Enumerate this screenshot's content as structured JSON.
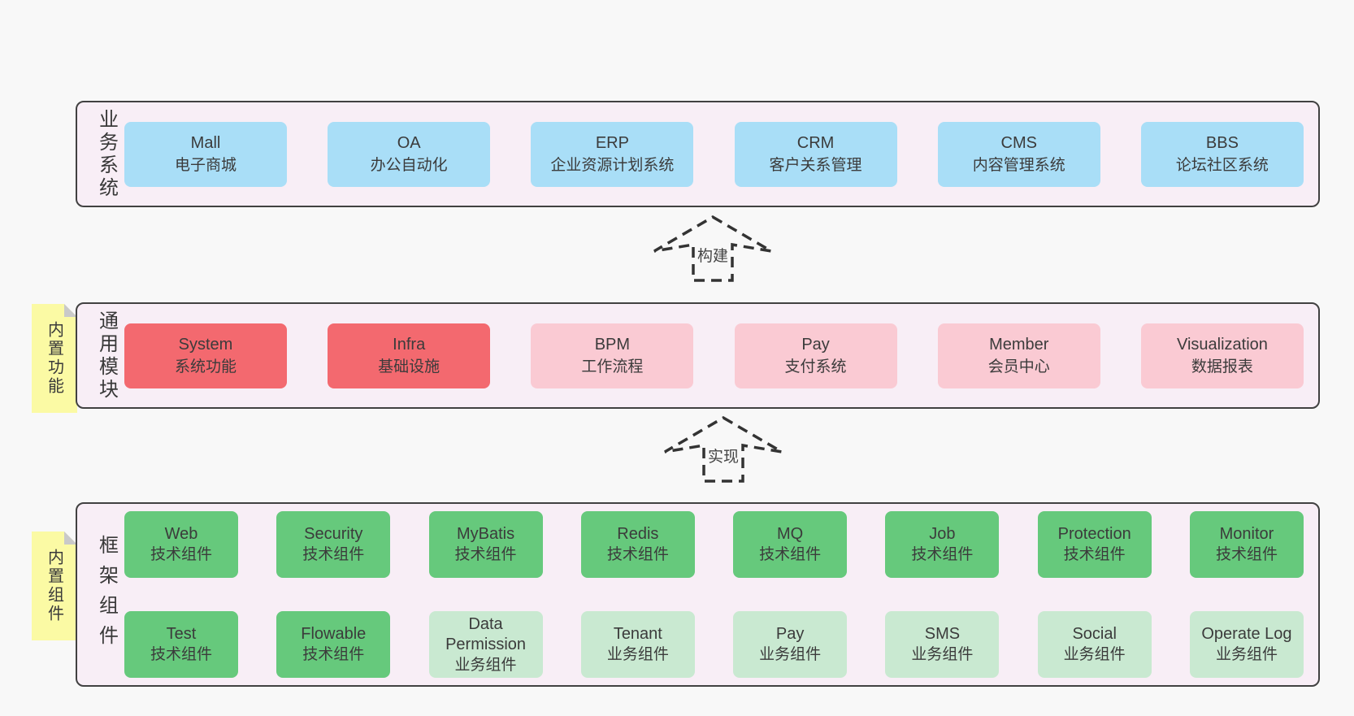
{
  "page": {
    "background": "#f8f8f8"
  },
  "colors": {
    "section_background": "#f8eef6",
    "section_border": "#414141",
    "blue_box": "#a9def7",
    "red_box": "#f3696f",
    "pink_box": "#facad3",
    "green_dark_box": "#66c97c",
    "green_light_box": "#c9e9d1",
    "sticky_tab_yellow": "#fbfaa4",
    "fold_gray": "#c9c9c9",
    "text": "#3b3b3b"
  },
  "arrows": [
    {
      "label": "构建"
    },
    {
      "label": "实现"
    }
  ],
  "sections": [
    {
      "label": "业务系统",
      "boxes": [
        {
          "name": "Mall",
          "desc": "电子商城",
          "variant": "blue"
        },
        {
          "name": "OA",
          "desc": "办公自动化",
          "variant": "blue"
        },
        {
          "name": "ERP",
          "desc": "企业资源计划系统",
          "variant": "blue"
        },
        {
          "name": "CRM",
          "desc": "客户关系管理",
          "variant": "blue"
        },
        {
          "name": "CMS",
          "desc": "内容管理系统",
          "variant": "blue"
        },
        {
          "name": "BBS",
          "desc": "论坛社区系统",
          "variant": "blue"
        }
      ]
    },
    {
      "label": "通用模块",
      "tab": "内置功能",
      "boxes": [
        {
          "name": "System",
          "desc": "系统功能",
          "variant": "red"
        },
        {
          "name": "Infra",
          "desc": "基础设施",
          "variant": "red"
        },
        {
          "name": "BPM",
          "desc": "工作流程",
          "variant": "pink"
        },
        {
          "name": "Pay",
          "desc": "支付系统",
          "variant": "pink"
        },
        {
          "name": "Member",
          "desc": "会员中心",
          "variant": "pink"
        },
        {
          "name": "Visualization",
          "desc": "数据报表",
          "variant": "pink"
        }
      ]
    },
    {
      "label": "框架组件",
      "tab": "内置组件",
      "rows": [
        [
          {
            "name": "Web",
            "desc": "技术组件",
            "variant": "green-dark"
          },
          {
            "name": "Security",
            "desc": "技术组件",
            "variant": "green-dark"
          },
          {
            "name": "MyBatis",
            "desc": "技术组件",
            "variant": "green-dark"
          },
          {
            "name": "Redis",
            "desc": "技术组件",
            "variant": "green-dark"
          },
          {
            "name": "MQ",
            "desc": "技术组件",
            "variant": "green-dark"
          },
          {
            "name": "Job",
            "desc": "技术组件",
            "variant": "green-dark"
          },
          {
            "name": "Protection",
            "desc": "技术组件",
            "variant": "green-dark"
          },
          {
            "name": "Monitor",
            "desc": "技术组件",
            "variant": "green-dark"
          }
        ],
        [
          {
            "name": "Test",
            "desc": "技术组件",
            "variant": "green-dark"
          },
          {
            "name": "Flowable",
            "desc": "技术组件",
            "variant": "green-dark"
          },
          {
            "name": "Data Permission",
            "desc": "业务组件",
            "variant": "green-light"
          },
          {
            "name": "Tenant",
            "desc": "业务组件",
            "variant": "green-light"
          },
          {
            "name": "Pay",
            "desc": "业务组件",
            "variant": "green-light"
          },
          {
            "name": "SMS",
            "desc": "业务组件",
            "variant": "green-light"
          },
          {
            "name": "Social",
            "desc": "业务组件",
            "variant": "green-light"
          },
          {
            "name": "Operate Log",
            "desc": "业务组件",
            "variant": "green-light"
          }
        ]
      ]
    }
  ]
}
